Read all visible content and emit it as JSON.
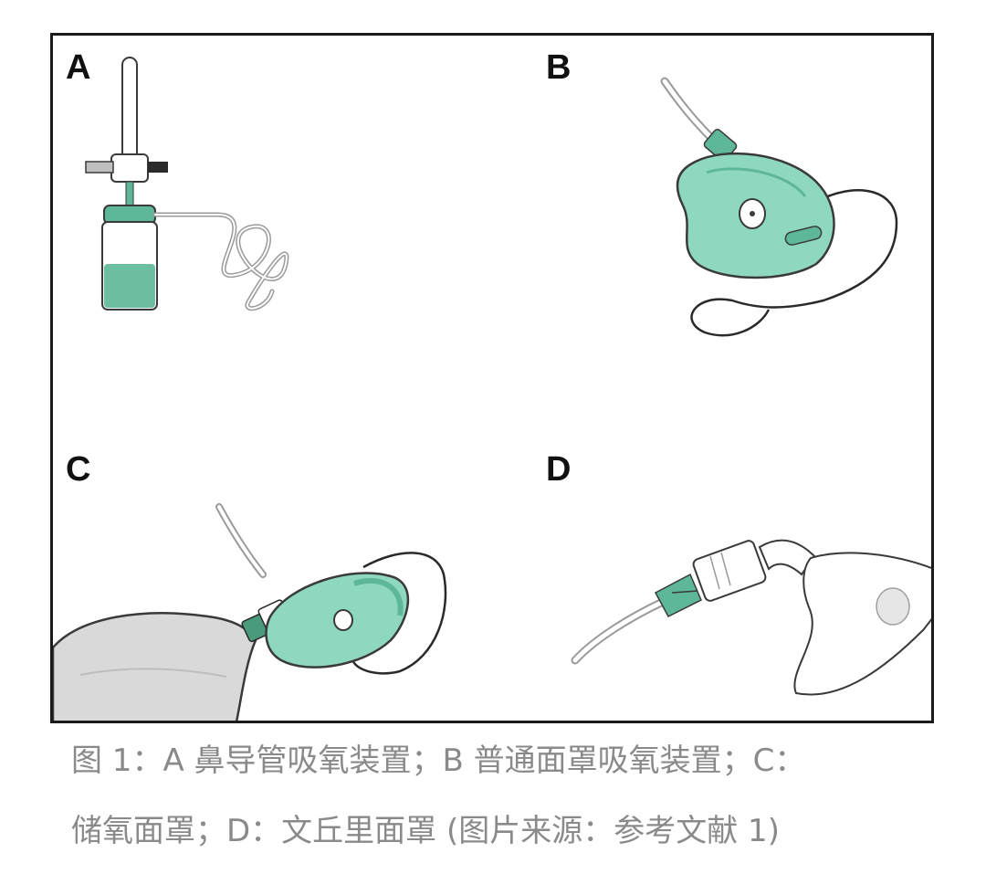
{
  "figure": {
    "panels": [
      {
        "letter": "A",
        "device": "nasal-cannula-with-humidifier"
      },
      {
        "letter": "B",
        "device": "simple-face-mask"
      },
      {
        "letter": "C",
        "device": "reservoir-mask-with-bag"
      },
      {
        "letter": "D",
        "device": "venturi-mask"
      }
    ],
    "caption_line1": "图 1：A 鼻导管吸氧装置；B 普通面罩吸氧装置；C：",
    "caption_line2": "储氧面罩；D：文丘里面罩 (图片来源：参考文献 1)"
  },
  "colors": {
    "mask_green": "#8fd8c0",
    "mask_green_dark": "#5fb79a",
    "water_green": "#6cbf9f",
    "bag_gray": "#d9d9d9",
    "outline": "#3a3a3a",
    "caption": "#8a8a8a"
  }
}
